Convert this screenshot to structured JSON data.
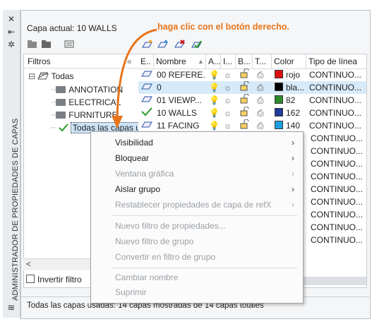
{
  "palette": {
    "close_glyph": "✕",
    "pin_glyph": "⇤",
    "props_glyph": "✲",
    "bottom_glyph": "≋",
    "vertical_title": "ADMINISTRADOR DE PROPIEDADES DE CAPAS"
  },
  "header": {
    "current_layer": "Capa actual: 10 WALLS"
  },
  "callout": "haga clic con el botón derecho.",
  "filters": {
    "header": "Filtros",
    "collapse_glyph": "«",
    "tree": [
      {
        "label": "Todas",
        "expander": "⊟"
      },
      {
        "label": "ANNOTATION"
      },
      {
        "label": "ELECTRICAL"
      },
      {
        "label": "FURNITURE"
      },
      {
        "label": "Todas las capas usadas"
      }
    ],
    "invert_label": "Invertir filtro",
    "scroll_left": "<"
  },
  "table": {
    "columns": [
      "E..",
      "Nombre",
      "A...",
      "I...",
      "B...",
      "T...",
      "Color",
      "Tipo de línea"
    ],
    "sort_glyph": "▲",
    "rows": [
      {
        "name": "00 REFERE...",
        "color_name": "rojo",
        "color_hex": "#e01010",
        "linetype": "CONTINUO..."
      },
      {
        "name": "0",
        "color_name": "bla...",
        "color_hex": "#000000",
        "linetype": "CONTINUO...",
        "selected": true
      },
      {
        "name": "01 VIEWP...",
        "color_name": "82",
        "color_hex": "#2d8a2d",
        "linetype": "CONTINUO..."
      },
      {
        "name": "10 WALLS",
        "color_name": "162",
        "color_hex": "#1f3a9a",
        "linetype": "CONTINUO...",
        "current": true
      },
      {
        "name": "11 FACING",
        "color_name": "140",
        "color_hex": "#1ea0e0",
        "linetype": "CONTINUO..."
      }
    ],
    "extra_linetypes": [
      "CONTINUO...",
      "CONTINUO...",
      "CONTINUO...",
      "CONTINUO...",
      "CONTINUO...",
      "CONTINUO...",
      "CONTINUO...",
      "CONTINUO...",
      "CONTINUO..."
    ]
  },
  "context_menu": {
    "items": [
      {
        "label": "Visibilidad",
        "submenu": true,
        "enabled": true
      },
      {
        "label": "Bloquear",
        "submenu": true,
        "enabled": true
      },
      {
        "label": "Ventana gráfica",
        "submenu": true,
        "enabled": false
      },
      {
        "label": "Aislar grupo",
        "submenu": true,
        "enabled": true
      },
      {
        "label": "Restablecer propiedades de capa de refX",
        "submenu": true,
        "enabled": false
      },
      {
        "label": "Nuevo filtro de propiedades...",
        "enabled": false
      },
      {
        "label": "Nuevo filtro de grupo",
        "enabled": false
      },
      {
        "label": "Convertir en filtro de grupo",
        "enabled": false
      },
      {
        "label": "Cambiar nombre",
        "enabled": false
      },
      {
        "label": "Suprimir",
        "enabled": false
      }
    ],
    "arrow": "›"
  },
  "status": "Todas las capas usadas: 14 capas mostradas de 14 capas totales",
  "icons": [
    "close-icon",
    "pin-icon",
    "properties-icon",
    "new-filter-icon",
    "new-group-filter-icon",
    "layer-states-icon",
    "new-layer-icon",
    "new-vp-frozen-layer-icon",
    "delete-layer-icon",
    "set-current-icon",
    "bulb-icon",
    "sun-icon",
    "lock-icon",
    "plot-icon",
    "check-icon",
    "layers-icon",
    "folder-icon"
  ]
}
